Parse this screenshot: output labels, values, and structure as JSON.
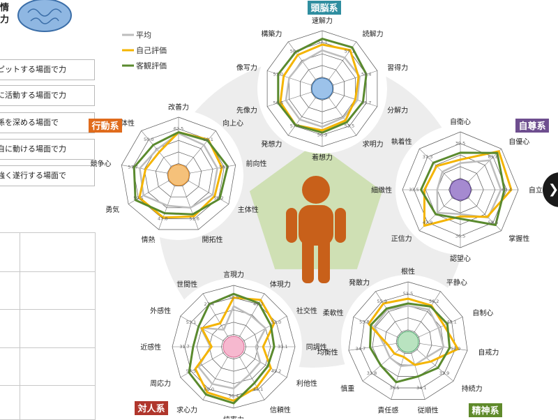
{
  "page": {
    "top_left_title": [
      "情",
      "力"
    ],
    "side_rows": [
      "ピットする場面で力",
      "に活動する場面で力",
      "係を深める場面で",
      "自に動ける場面で力",
      "強く遂行する場面で"
    ],
    "next_button_icon": "chevron-right-icon"
  },
  "legend": {
    "items": [
      {
        "label": "平均",
        "color": "#bdbdbd"
      },
      {
        "label": "自己評価",
        "color": "#f4b400"
      },
      {
        "label": "客観評価",
        "color": "#5a8a2e"
      }
    ]
  },
  "center": {
    "icon": "person-icon",
    "pentagon_color": "#cfe0b4",
    "figure_color": "#c8601a"
  },
  "chart_data": [
    {
      "type": "radar",
      "title": "頭脳系",
      "title_color": "#2f8ea0",
      "icon": "brain-icon",
      "axes": [
        "速解力",
        "読解力",
        "習得力",
        "分解力",
        "求明力",
        "着想力",
        "発想力",
        "先像力",
        "像写力",
        "構築力"
      ],
      "average_labels": [
        "57.1",
        "57.1",
        "58.4",
        "55.7",
        "53.5",
        "56.9",
        "57.1",
        "56.6",
        "51.0",
        "50.7"
      ],
      "scale_max": 5,
      "series": [
        {
          "name": "平均",
          "values": [
            3.3,
            3.3,
            3.4,
            3.2,
            3.1,
            3.3,
            3.3,
            3.3,
            3.0,
            2.9
          ]
        },
        {
          "name": "自己評価",
          "values": [
            3.8,
            4.1,
            3.3,
            3.0,
            3.4,
            3.6,
            3.9,
            3.8,
            3.5,
            3.6
          ]
        },
        {
          "name": "客観評価",
          "values": [
            4.3,
            4.4,
            4.0,
            3.7,
            3.6,
            3.8,
            3.9,
            4.0,
            4.0,
            3.9
          ]
        }
      ]
    },
    {
      "type": "radar",
      "title": "自尊系",
      "title_color": "#6e4e8f",
      "icon": "badge-icon",
      "axes": [
        "自衛心",
        "自優心",
        "自立力",
        "掌握性",
        "認望心",
        "正信力",
        "細緻性",
        "執着性"
      ],
      "average_labels": [
        "39.5",
        "61.8",
        "60.4",
        "58.5",
        "36.5",
        "47.9",
        "33.5",
        "37.3"
      ],
      "scale_max": 5,
      "series": [
        {
          "name": "平均",
          "values": [
            2.3,
            3.6,
            3.5,
            3.4,
            2.1,
            2.8,
            2.0,
            2.2
          ]
        },
        {
          "name": "自己評価",
          "values": [
            2.6,
            4.7,
            4.4,
            3.3,
            2.3,
            4.4,
            3.1,
            2.9
          ]
        },
        {
          "name": "客観評価",
          "values": [
            3.2,
            4.5,
            3.8,
            4.3,
            2.5,
            3.0,
            3.4,
            3.3
          ]
        }
      ]
    },
    {
      "type": "radar",
      "title": "精神系",
      "title_color": "#5f8a2b",
      "icon": "heart-icon",
      "axes": [
        "根性",
        "平静心",
        "自制心",
        "自戒力",
        "持続力",
        "従順性",
        "責任感",
        "慎重",
        "均衡性",
        "柔軟性",
        "発散力"
      ],
      "average_labels": [
        "51.5",
        "56.2",
        "49.1",
        "52.9",
        "33.9",
        "34.1",
        "36.5",
        "33.8",
        "34.7",
        "53.8",
        "55.9"
      ],
      "scale_max": 5,
      "series": [
        {
          "name": "平均",
          "values": [
            3.0,
            3.2,
            2.8,
            3.0,
            2.0,
            2.0,
            2.1,
            2.0,
            2.0,
            3.1,
            3.2
          ]
        },
        {
          "name": "自己評価",
          "values": [
            3.6,
            3.6,
            3.3,
            4.2,
            2.5,
            2.0,
            1.3,
            1.5,
            1.7,
            3.6,
            3.8
          ]
        },
        {
          "name": "客観評価",
          "values": [
            3.2,
            3.5,
            3.6,
            3.5,
            3.3,
            3.0,
            3.5,
            3.0,
            3.2,
            3.4,
            3.3
          ]
        }
      ]
    },
    {
      "type": "radar",
      "title": "対人系",
      "title_color": "#b0362c",
      "icon": "face-icon",
      "axes": [
        "言現力",
        "体現力",
        "社交性",
        "同調性",
        "利他性",
        "信頼性",
        "統率力",
        "求心力",
        "周応力",
        "近感性",
        "外感性",
        "世間性"
      ],
      "average_labels": [
        "56.5",
        "49.2",
        "52.0",
        "31.1",
        "42.2",
        "45.1",
        "58.4",
        "60.0",
        "57.5",
        "31.7",
        "53.1",
        "27.4"
      ],
      "scale_max": 5,
      "series": [
        {
          "name": "平均",
          "values": [
            3.3,
            2.9,
            3.0,
            1.8,
            2.5,
            2.6,
            3.4,
            3.5,
            3.3,
            1.9,
            3.1,
            1.6
          ]
        },
        {
          "name": "自己評価",
          "values": [
            4.0,
            4.4,
            3.8,
            2.4,
            3.5,
            3.8,
            4.4,
            4.3,
            3.6,
            1.8,
            3.0,
            2.2
          ]
        },
        {
          "name": "客観評価",
          "values": [
            4.3,
            4.1,
            3.5,
            3.3,
            3.2,
            3.4,
            4.6,
            4.5,
            4.2,
            3.3,
            3.3,
            4.0
          ]
        }
      ]
    },
    {
      "type": "radar",
      "title": "行動系",
      "title_color": "#e06b1c",
      "icon": "runner-icon",
      "axes": [
        "改善力",
        "向上心",
        "前向性",
        "主体性",
        "開拓性",
        "情熱",
        "勇気",
        "競争心",
        "身体性"
      ],
      "average_labels": [
        "62.5",
        "58.1",
        "58.4",
        "58.2",
        "51.6",
        "47.8",
        "59.5",
        "57.7",
        "50.0"
      ],
      "scale_max": 5,
      "series": [
        {
          "name": "平均",
          "values": [
            3.6,
            3.4,
            3.4,
            3.4,
            3.0,
            2.8,
            3.5,
            3.4,
            2.9
          ]
        },
        {
          "name": "自己評価",
          "values": [
            3.7,
            4.0,
            3.8,
            3.6,
            3.8,
            3.9,
            3.9,
            2.9,
            2.6
          ]
        },
        {
          "name": "客観評価",
          "values": [
            3.7,
            3.9,
            4.3,
            4.1,
            3.6,
            3.5,
            4.3,
            3.9,
            3.4
          ]
        }
      ]
    }
  ]
}
